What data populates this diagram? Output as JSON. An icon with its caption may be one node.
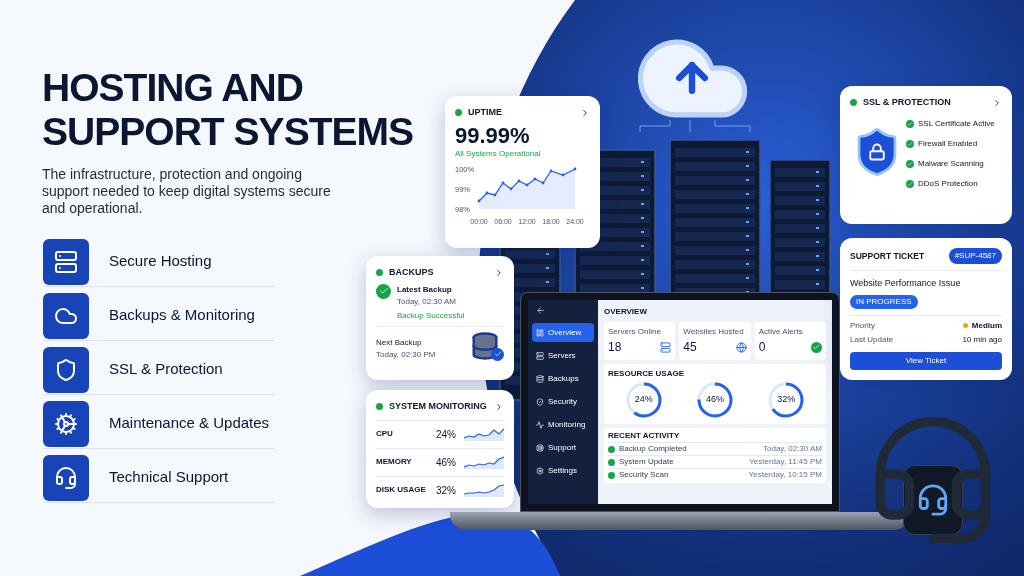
{
  "diagram": {
    "title": "HOSTING AND SUPPORT SYSTEMS",
    "nodes": [
      {
        "text": [
          "Secure Hosting"
        ]
      },
      {
        "text": [
          "Backups & Monitoring"
        ]
      },
      {
        "text": [
          "SSL & Protection"
        ]
      },
      {
        "text": [
          "Maintenance & Updates"
        ]
      },
      {
        "text": [
          "Technical Support"
        ]
      },
      {
        "text": [
          "UPTIME",
          "99.99%",
          "All Systems Operational"
        ]
      },
      {
        "text": [
          "BACKUPS",
          "Latest Backup",
          "Today, 02:30 AM",
          "Backup Successful",
          "Next Backup",
          "Today, 02:30 PM"
        ]
      },
      {
        "text": [
          "SYSTEM MONITORING",
          "CPU",
          "24%",
          "MEMORY",
          "46%",
          "DISK USAGE",
          "32%"
        ]
      },
      {
        "text": [
          "Overview",
          "Servers",
          "Backups",
          "Security",
          "Monitoring",
          "Support",
          "Settings",
          "OVERVIEW",
          "Servers Online",
          "18",
          "Websites Hosted",
          "45",
          "Active Alerts",
          "0",
          "RESOURCE USAGE",
          "24%",
          "46%",
          "32%",
          "RECENT ACTIVITY",
          "Backup Completed",
          "Today, 02:30 AM",
          "System Update",
          "Yesterday, 11:45 PM",
          "Security Scan",
          "Yesterday, 10:15 PM"
        ]
      },
      {
        "text": [
          "SSL & PROTECTION",
          "SSL Certificate Active",
          "Firewall Enabled",
          "Malware Scanning",
          "DDoS Protection"
        ]
      },
      {
        "text": [
          "SUPPORT TICKET",
          "#SUP-4587",
          "Website Performance Issue",
          "IN PROGRESS",
          "Priority",
          "Medium",
          "Last Update",
          "10 min ago",
          "View Ticket"
        ]
      }
    ],
    "labels": [
      "The infrastructure, protection and ongoing support needed to keep digital systems secure and operational."
    ],
    "chart_data": {
      "type": "area",
      "x": [
        0,
        2,
        4,
        6,
        8,
        10,
        12,
        14,
        16,
        18,
        21,
        24
      ],
      "series": [
        {
          "color": "#2563eb",
          "values": [
            98.4,
            98.8,
            98.7,
            99.3,
            99.0,
            99.4,
            99.2,
            99.5,
            99.3,
            99.9,
            99.7,
            100.0
          ]
        }
      ],
      "xticks": [
        {
          "value": 0,
          "label": "00:00"
        },
        {
          "value": 6,
          "label": "06:00"
        },
        {
          "value": 12,
          "label": "12:00"
        },
        {
          "value": 18,
          "label": "18:00"
        },
        {
          "value": 24,
          "label": "24:00"
        }
      ],
      "yticks": [
        {
          "value": 100,
          "label": "100%"
        },
        {
          "value": 99,
          "label": "99%"
        },
        {
          "value": 98,
          "label": "98%"
        }
      ],
      "ylim": [
        98,
        100
      ],
      "xlim": [
        0,
        24
      ]
    }
  }
}
